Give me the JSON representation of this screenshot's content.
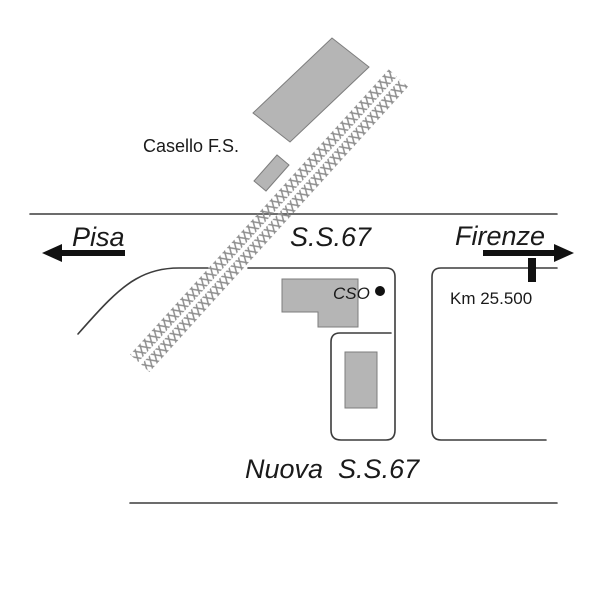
{
  "labels": {
    "casello_fs": "Casello F.S.",
    "pisa": "Pisa",
    "ss67": "S.S.67",
    "firenze": "Firenze",
    "cso": "CSO",
    "km_marker": "Km 25.500",
    "nuova_ss67": "Nuova  S.S.67"
  },
  "colors": {
    "building_fill": "#b5b5b5",
    "building_stroke": "#7d7d7d",
    "road_line": "#3c3c3c",
    "railway_hatch": "#8e8e8e",
    "marker_black": "#111111"
  }
}
